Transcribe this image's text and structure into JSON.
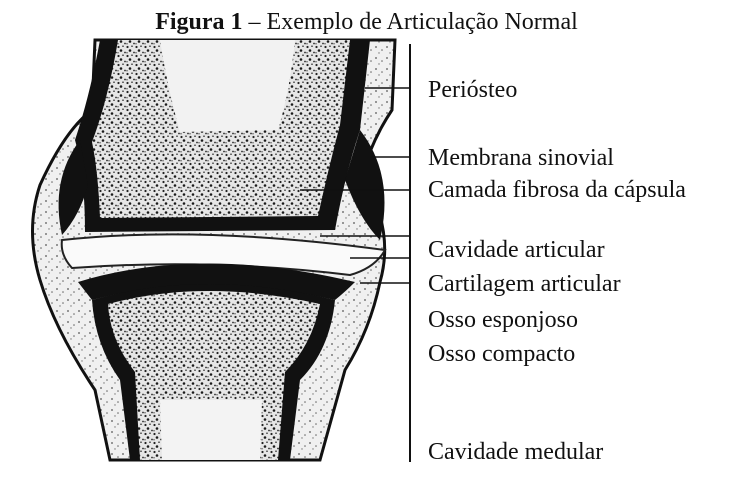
{
  "figure": {
    "caption_bold": "Figura 1",
    "caption_rest": " – Exemplo de Articulação Normal"
  },
  "labels": {
    "periosteo": "Periósteo",
    "membrana_sinovial": "Membrana sinovial",
    "camada_fibrosa": "Camada fibrosa da cápsula",
    "cavidade_articular": "Cavidade articular",
    "cartilagem_articular": "Cartilagem articular",
    "osso_esponjoso": "Osso esponjoso",
    "osso_compacto": "Osso compacto",
    "cavidade_medular": "Cavidade medular"
  },
  "colors": {
    "ink": "#111111",
    "bone_fill": "#d8d8d8",
    "cartilage": "#f4f4f4"
  }
}
